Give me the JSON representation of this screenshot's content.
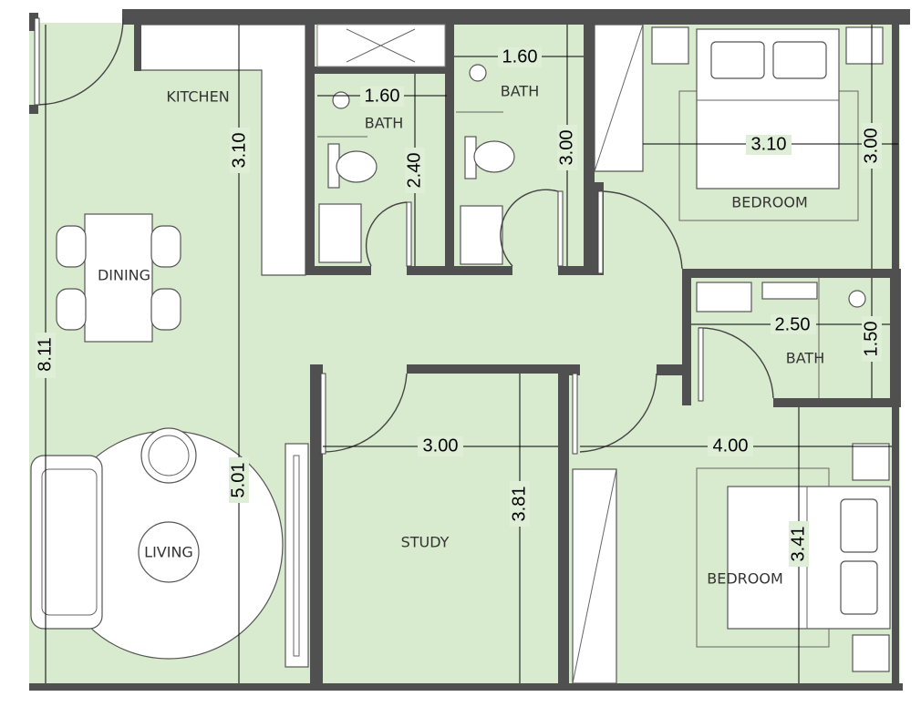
{
  "rooms": {
    "kitchen": "KITCHEN",
    "bath_1": "BATH",
    "bath_2": "BATH",
    "bedroom_1": "BEDROOM",
    "dining": "DINING",
    "bath_3": "BATH",
    "living": "LIVING",
    "study": "STUDY",
    "bedroom_2": "BEDROOM"
  },
  "dimensions": {
    "kitchen_height": "3.10",
    "bath_1_width": "1.60",
    "bath_1_height": "2.40",
    "bath_2_width": "1.60",
    "bath_2_height": "3.00",
    "bedroom_1_width": "3.10",
    "bedroom_1_height": "3.00",
    "bath_3_width": "2.50",
    "bath_3_height": "1.50",
    "total_height": "8.11",
    "living_height": "5.01",
    "study_width": "3.00",
    "study_height": "3.81",
    "bedroom_2_width": "4.00",
    "bedroom_2_height": "3.41"
  },
  "colors": {
    "floor": "#d9ebcf",
    "wall": "#505050",
    "furniture": "#ffffff",
    "text": "#333333"
  }
}
